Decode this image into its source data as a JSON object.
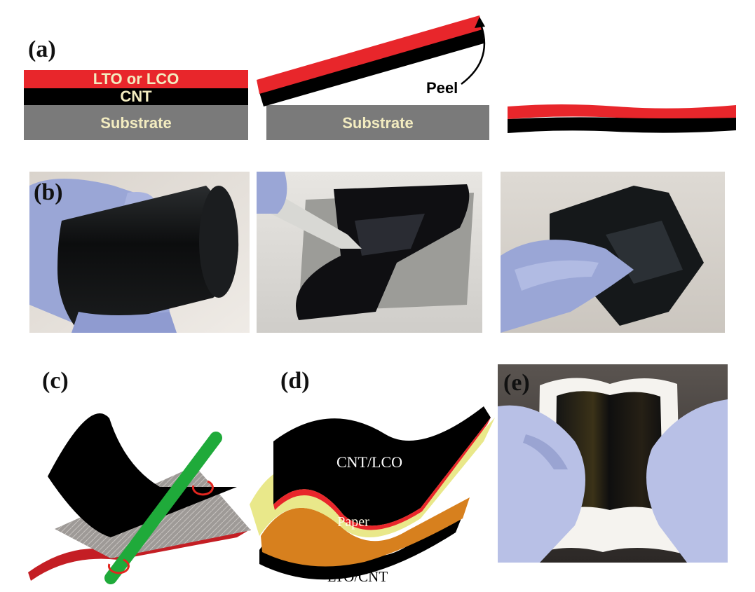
{
  "panels": {
    "a": {
      "label": "(a)",
      "layer_top_label": "LTO or LCO",
      "layer_mid_label": "CNT",
      "substrate_label_1": "Substrate",
      "substrate_label_2": "Substrate",
      "peel_label": "Peel"
    },
    "b": {
      "label": "(b)"
    },
    "c": {
      "label": "(c)"
    },
    "d": {
      "label": "(d)",
      "top_layer_label": "CNT/LCO",
      "middle_layer_label": "Paper",
      "bottom_layer_label": "LTO/CNT"
    },
    "e": {
      "label": "(e)"
    }
  },
  "colors": {
    "active_layer": "#e8262b",
    "cnt_layer": "#000000",
    "substrate": "#7a7a7a",
    "substrate_text": "#f3ecc0",
    "paper": "#e9e88a",
    "lto_orange": "#d7801e",
    "rod_green": "#1faa3a",
    "glove_blue": "#9aa6d6"
  }
}
